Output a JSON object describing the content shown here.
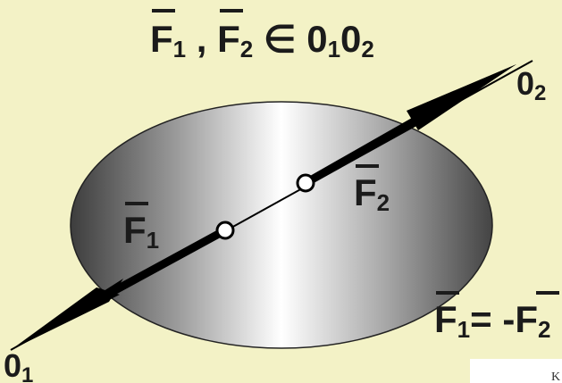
{
  "diagram": {
    "title": {
      "vec1": "F",
      "sub1": "1",
      "sep": " , ",
      "vec2": "F",
      "sub2": "2",
      "rel": " ∈ 0",
      "sub3": "1",
      "tail": "0",
      "sub4": "2"
    },
    "axis_end": {
      "main": "0",
      "sub": "2"
    },
    "axis_start": {
      "main": "0",
      "sub": "1"
    },
    "force_1": {
      "vec": "F",
      "sub": "1"
    },
    "force_2": {
      "vec": "F",
      "sub": "2"
    },
    "equation": {
      "vec1": "F",
      "sub1": "1",
      "eq": "= -",
      "vec2": "F",
      "sub2": "2"
    },
    "corner_text": "K"
  },
  "colors": {
    "background": "#f3f2c6",
    "body_dark": "#3a3a3a",
    "body_light": "#ffffff",
    "arrow": "#000000",
    "line": "#000000"
  }
}
